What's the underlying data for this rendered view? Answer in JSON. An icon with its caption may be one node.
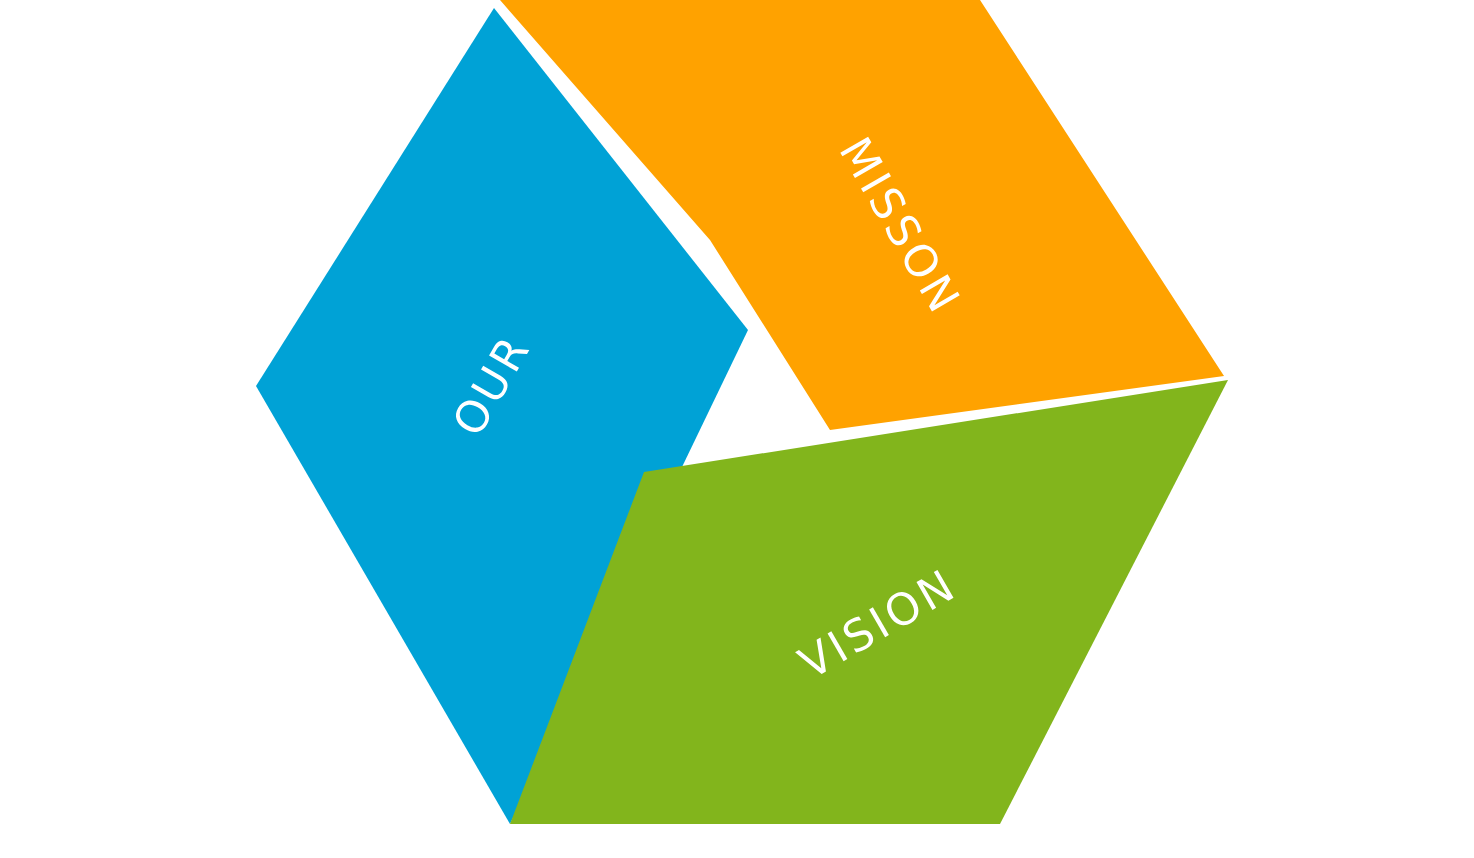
{
  "diagram": {
    "nodes": [
      {
        "text": [
          "OUR"
        ]
      },
      {
        "text": [
          "MISSON"
        ]
      },
      {
        "text": [
          "VISION"
        ]
      }
    ]
  }
}
